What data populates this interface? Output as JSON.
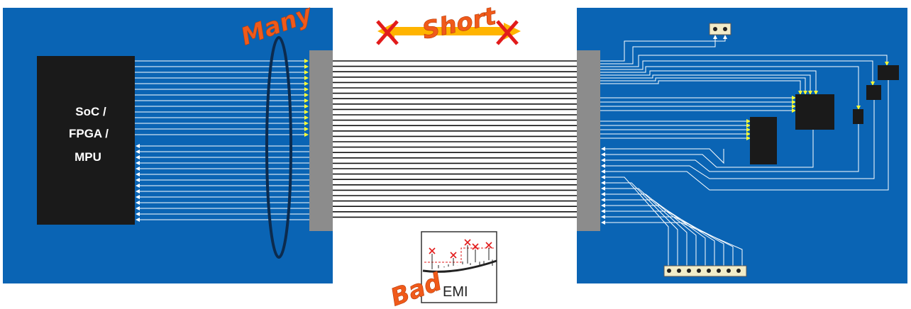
{
  "soc": {
    "line1": "SoC /",
    "line2": "FPGA /",
    "line3": "MPU"
  },
  "annotations": {
    "many": "Many",
    "short": "Short",
    "bad": "Bad",
    "emi": "EMI"
  },
  "colors": {
    "board": "#0a64b4",
    "chip": "#1a1a1a",
    "connector": "#8c8c8c",
    "signal": "#ffff33",
    "trace": "#ffffff",
    "accent": "#f05a1a",
    "cross": "#e21b1b",
    "arrow": "#ffb400"
  },
  "signals": {
    "outputs": 14,
    "inputs": 14,
    "cable_wires": 30
  },
  "header_pins": 8,
  "jumper_pins": 2
}
